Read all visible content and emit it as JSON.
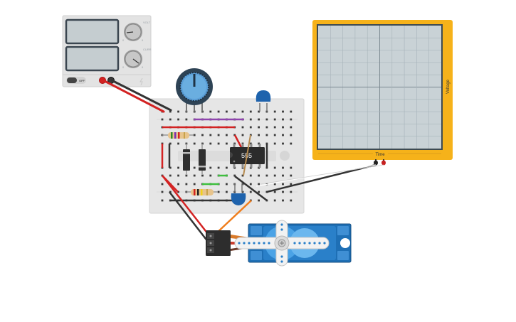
{
  "power_supply": {
    "switch_label": "OFF",
    "voltage_knob_label": "VOLT",
    "current_knob_label": "CURR",
    "knob_tick_min": "0",
    "knob_tick_max": "9"
  },
  "ic": {
    "label": "555"
  },
  "oscilloscope": {
    "y_label": "Voltage",
    "x_label": "Time"
  },
  "colors": {
    "breadboard": "#e6e6e6",
    "psu_body": "#e3e3e3",
    "psu_screen": "#c5cdd0",
    "scope_frame": "#f6b21a",
    "scope_screen": "#c9d2d6",
    "servo_body": "#1e6fb5",
    "wire_red": "#d32222",
    "wire_black": "#333333",
    "wire_orange": "#ef7d1c",
    "wire_purple": "#8e44ad",
    "wire_green": "#3fbf3f",
    "potentiometer": "#2e4355",
    "capacitor_blue": "#1e63ad",
    "ic_body": "#2b2b2b"
  }
}
